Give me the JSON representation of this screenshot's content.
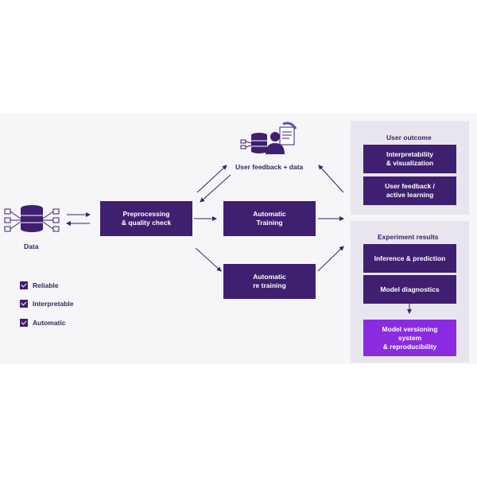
{
  "data_label": "Data",
  "boxes": {
    "preprocessing": "Preprocessing\n& quality check",
    "automatic_training": "Automatic\nTraining",
    "automatic_retraining": "Automatic\nre training"
  },
  "feedback_label": "User feedback + data",
  "user_outcome": {
    "title": "User outcome",
    "items": [
      "Interpretability\n& visualization",
      "User feedback /\nactive learning"
    ]
  },
  "experiment_results": {
    "title": "Experiment results",
    "items": [
      "Inference & prediction",
      "Model diagnostics"
    ],
    "highlight": "Model versioning\nsystem\n& reproducibility"
  },
  "legend": [
    "Reliable",
    "Interpretable",
    "Automatic"
  ],
  "colors": {
    "box": "#3f1f6f",
    "highlight": "#8a2be2",
    "panel": "#f6f5f8",
    "side_panel": "#e8e5ef"
  }
}
